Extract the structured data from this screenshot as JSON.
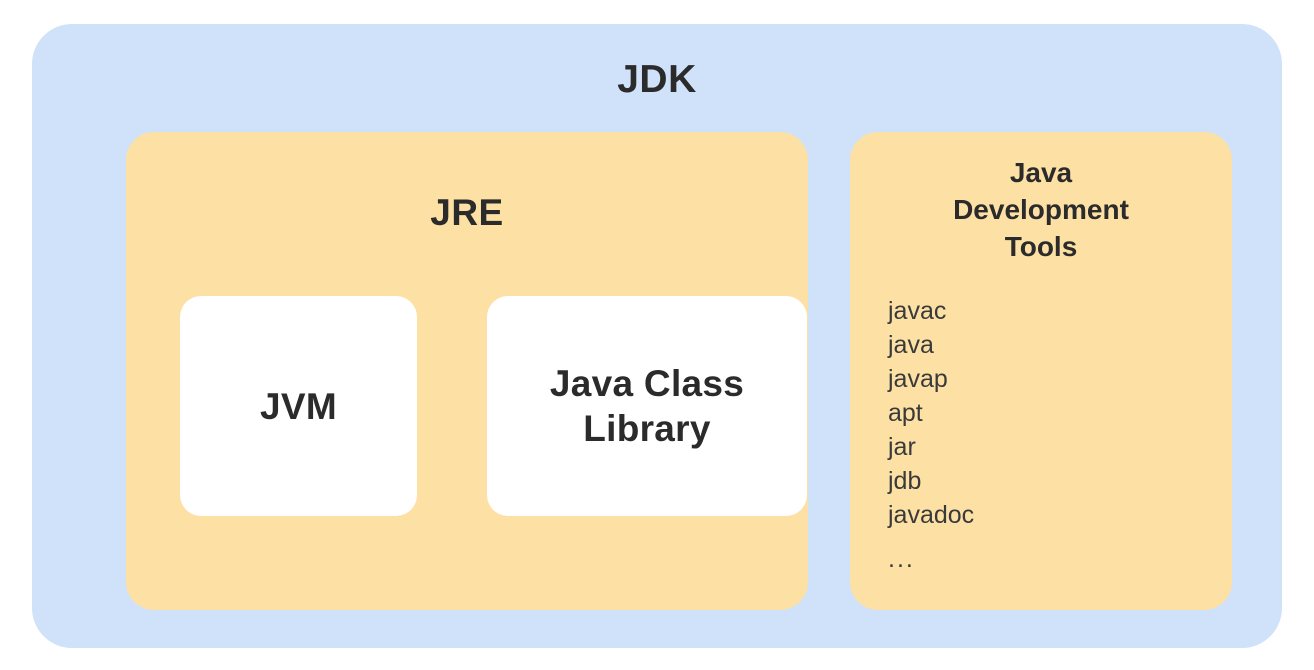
{
  "diagram": {
    "title": "JDK",
    "colors": {
      "outer_box": "#cfe2fa",
      "panel": "#fde0a4",
      "inner_box": "#ffffff",
      "text": "#2b2b2b",
      "background": "#ffffff"
    },
    "jre": {
      "title": "JRE",
      "components": [
        {
          "label": "JVM",
          "lines": [
            "JVM"
          ]
        },
        {
          "label": "Java Class Library",
          "lines": [
            "Java Class",
            "Library"
          ]
        }
      ]
    },
    "development_tools": {
      "title": "Java Development Tools",
      "title_lines": [
        "Java",
        "Development",
        "Tools"
      ],
      "tools": [
        "javac",
        "java",
        "javap",
        "apt",
        "jar",
        "jdb",
        "javadoc",
        "..."
      ]
    }
  }
}
